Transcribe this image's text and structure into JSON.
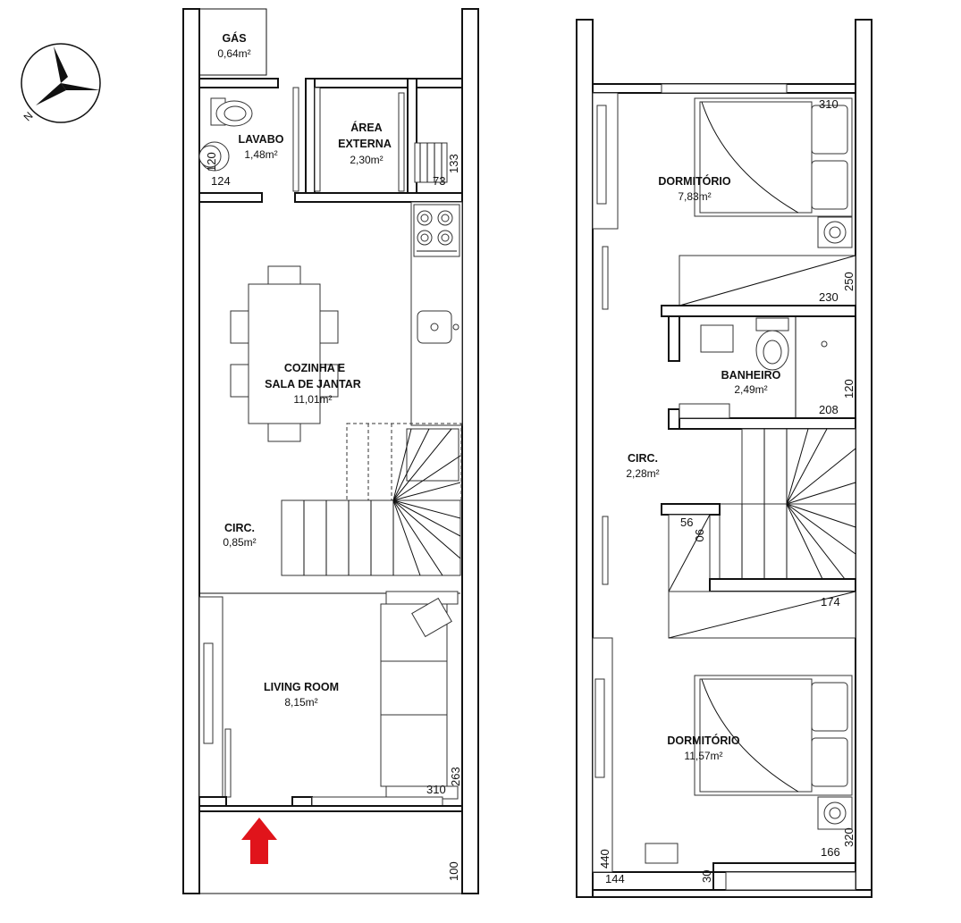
{
  "compass": {
    "north_letter": "N"
  },
  "ground_floor": {
    "rooms": [
      {
        "name": "GÁS",
        "area": "0,64m²"
      },
      {
        "name": "LAVABO",
        "area": "1,48m²"
      },
      {
        "name": "ÁREA",
        "name2": "EXTERNA",
        "area": "2,30m²"
      },
      {
        "name": "COZINHA E",
        "name2": "SALA DE JANTAR",
        "area": "11,01m²"
      },
      {
        "name": "CIRC.",
        "area": "0,85m²"
      },
      {
        "name": "LIVING ROOM",
        "area": "8,15m²"
      }
    ],
    "dimensions": [
      "120",
      "124",
      "133",
      "73",
      "310",
      "263",
      "100"
    ]
  },
  "upper_floor": {
    "rooms": [
      {
        "name": "DORMITÓRIO",
        "area": "7,83m²"
      },
      {
        "name": "BANHEIRO",
        "area": "2,49m²"
      },
      {
        "name": "CIRC.",
        "area": "2,28m²"
      },
      {
        "name": "DORMITÓRIO",
        "area": "11,57m²"
      }
    ],
    "dimensions": [
      "310",
      "250",
      "230",
      "120",
      "208",
      "56",
      "90",
      "174",
      "320",
      "166",
      "440",
      "144",
      "30"
    ]
  },
  "colors": {
    "entrance_arrow": "#e0141b",
    "lines": "#111111"
  }
}
